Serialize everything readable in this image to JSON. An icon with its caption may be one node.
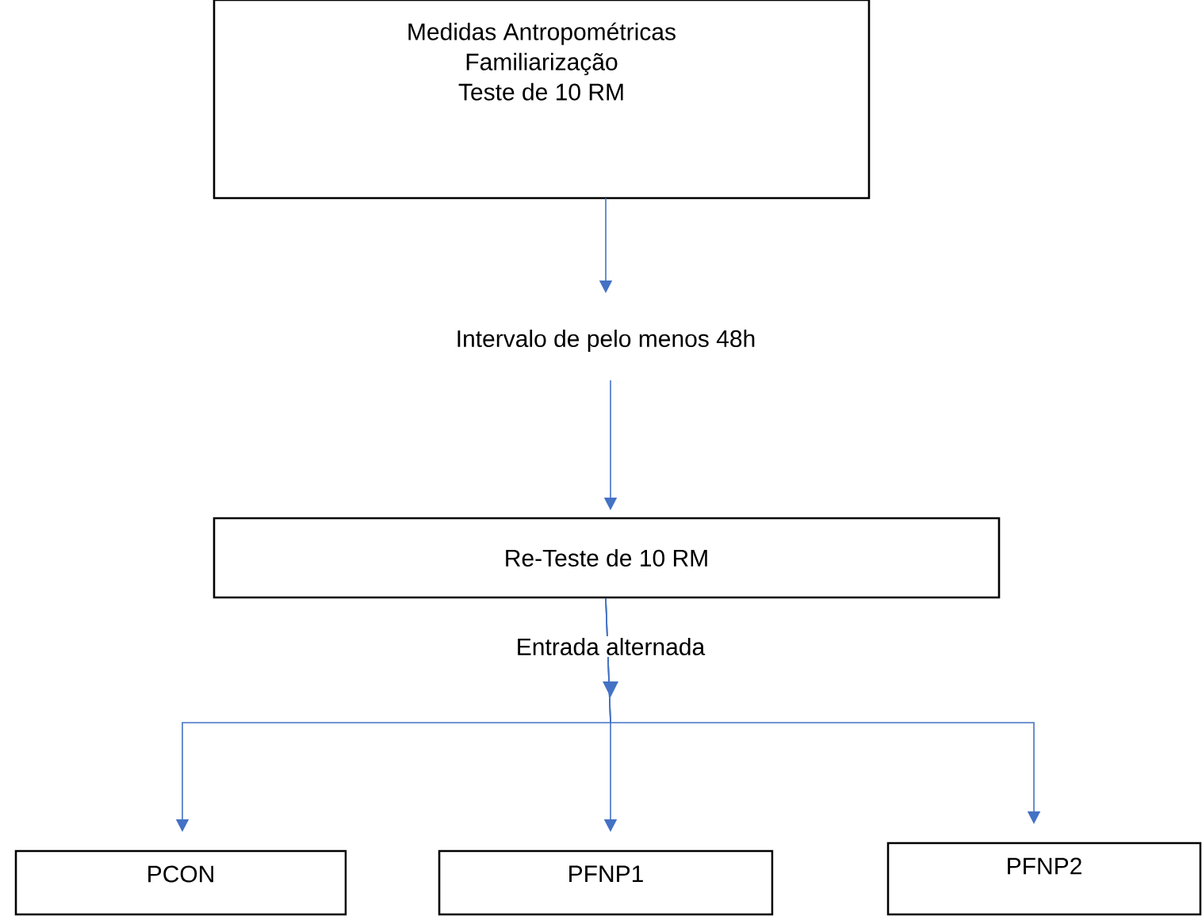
{
  "diagram": {
    "nodes": [
      {
        "text": [
          "Medidas Antropométricas",
          "Familiarização",
          "Teste de 10 RM"
        ]
      },
      {
        "text": [
          "Intervalo de pelo menos 48h"
        ]
      },
      {
        "text": [
          "Re-Teste de 10 RM"
        ]
      },
      {
        "text": [
          "PCON"
        ]
      },
      {
        "text": [
          "PFNP1"
        ]
      },
      {
        "text": [
          "PFNP2"
        ]
      }
    ],
    "edges": [
      {
        "from": 0,
        "to": 1,
        "arrow": "to"
      },
      {
        "from": 1,
        "to": 2,
        "arrow": "to"
      },
      {
        "from": 2,
        "to": 3,
        "arrow": "to"
      },
      {
        "from": 2,
        "to": 4,
        "arrow": "to",
        "label": "Entrada alternada"
      },
      {
        "from": 2,
        "to": 5,
        "arrow": "to"
      }
    ]
  }
}
